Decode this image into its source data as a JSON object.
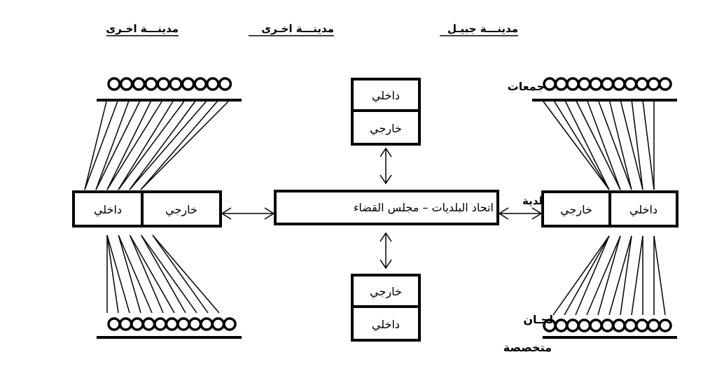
{
  "headings": {
    "left": "مدينـــة اخـرى",
    "middle": "مدينـــة اخـرى",
    "right": "مدينـــة جبيـل"
  },
  "colors": {
    "stroke": "#000000",
    "background": "#ffffff"
  },
  "center_box": {
    "label": "اتحاد البلديات – مجلس القضاء"
  },
  "top_box": {
    "cells": [
      "داخلي",
      "خارجي"
    ]
  },
  "bottom_box": {
    "cells": [
      "خارجي",
      "داخلي"
    ]
  },
  "left_box": {
    "cells": [
      "داخلي",
      "خارجي"
    ]
  },
  "right_box": {
    "cells": [
      "خارجي",
      "داخلي"
    ]
  },
  "labels": {
    "associations": "جمعات",
    "municipality": "لدية",
    "committees_line1": "لجـان",
    "committees_line2": "متخصصة"
  },
  "groups": {
    "top_left_circles": 10,
    "bottom_left_circles": 11,
    "top_right_circles": 11,
    "bottom_right_circles": 11,
    "top_left_links": 12,
    "bottom_left_links": 11,
    "top_right_links": 11,
    "bottom_right_links": 11
  },
  "connections": [
    {
      "from": "center_box",
      "to": "top_box",
      "type": "bidirectional"
    },
    {
      "from": "center_box",
      "to": "bottom_box",
      "type": "bidirectional"
    },
    {
      "from": "center_box",
      "to": "left_box",
      "type": "bidirectional"
    },
    {
      "from": "center_box",
      "to": "right_box",
      "type": "bidirectional"
    }
  ]
}
